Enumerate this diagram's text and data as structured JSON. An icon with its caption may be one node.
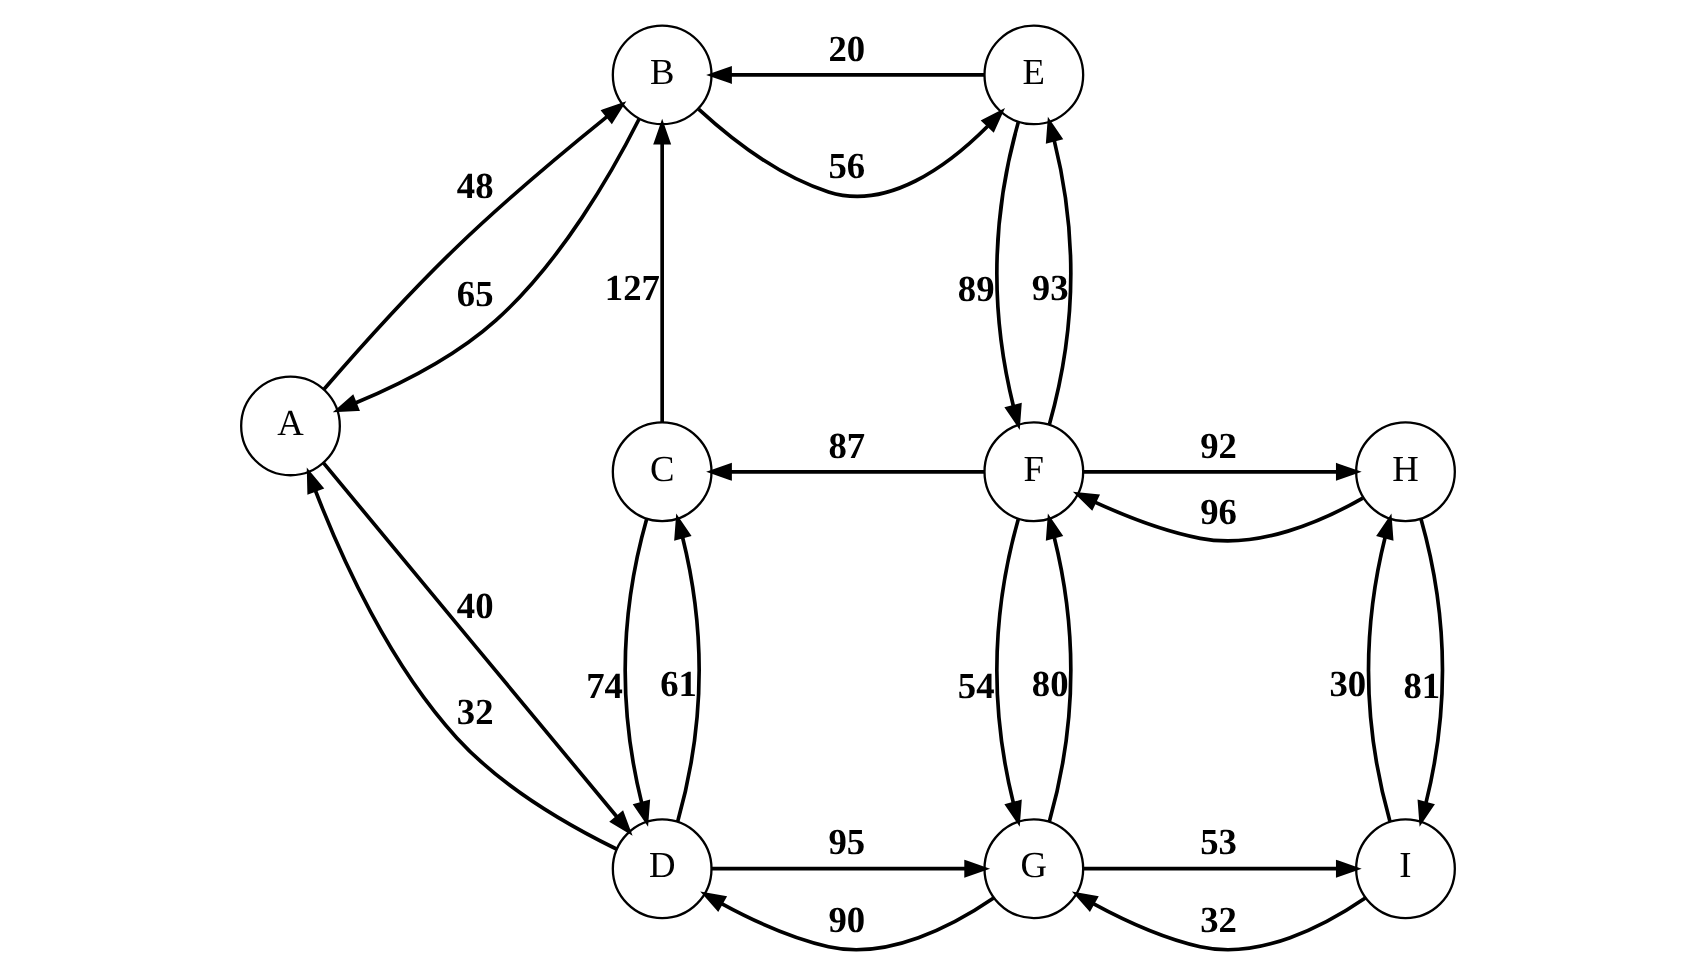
{
  "diagram": {
    "nodes": [
      {
        "text": [
          "A"
        ]
      },
      {
        "text": [
          "B"
        ]
      },
      {
        "text": [
          "C"
        ]
      },
      {
        "text": [
          "D"
        ]
      },
      {
        "text": [
          "E"
        ]
      },
      {
        "text": [
          "F"
        ]
      },
      {
        "text": [
          "G"
        ]
      },
      {
        "text": [
          "H"
        ]
      },
      {
        "text": [
          "I"
        ]
      }
    ],
    "edges": [
      {
        "from": 0,
        "to": 1,
        "arrow": "to",
        "label": "48"
      },
      {
        "from": 1,
        "to": 0,
        "arrow": "to",
        "label": "65"
      },
      {
        "from": 1,
        "to": 4,
        "arrow": "to",
        "label": "56"
      },
      {
        "from": 4,
        "to": 1,
        "arrow": "to",
        "label": "20"
      },
      {
        "from": 2,
        "to": 1,
        "arrow": "to",
        "label": "127"
      },
      {
        "from": 5,
        "to": 4,
        "arrow": "to",
        "label": "93"
      },
      {
        "from": 4,
        "to": 5,
        "arrow": "to",
        "label": "89"
      },
      {
        "from": 5,
        "to": 2,
        "arrow": "to",
        "label": "87"
      },
      {
        "from": 5,
        "to": 7,
        "arrow": "to",
        "label": "92"
      },
      {
        "from": 7,
        "to": 5,
        "arrow": "to",
        "label": "96"
      },
      {
        "from": 0,
        "to": 3,
        "arrow": "to",
        "label": "40"
      },
      {
        "from": 3,
        "to": 0,
        "arrow": "to",
        "label": "32"
      },
      {
        "from": 3,
        "to": 2,
        "arrow": "to",
        "label": "61"
      },
      {
        "from": 2,
        "to": 3,
        "arrow": "to",
        "label": "74"
      },
      {
        "from": 6,
        "to": 5,
        "arrow": "to",
        "label": "80"
      },
      {
        "from": 5,
        "to": 6,
        "arrow": "to",
        "label": "54"
      },
      {
        "from": 7,
        "to": 8,
        "arrow": "to",
        "label": "81"
      },
      {
        "from": 8,
        "to": 7,
        "arrow": "to",
        "label": "30"
      },
      {
        "from": 3,
        "to": 6,
        "arrow": "to",
        "label": "95"
      },
      {
        "from": 6,
        "to": 3,
        "arrow": "to",
        "label": "90"
      },
      {
        "from": 6,
        "to": 8,
        "arrow": "to",
        "label": "53"
      },
      {
        "from": 8,
        "to": 6,
        "arrow": "to",
        "label": "32"
      }
    ]
  }
}
